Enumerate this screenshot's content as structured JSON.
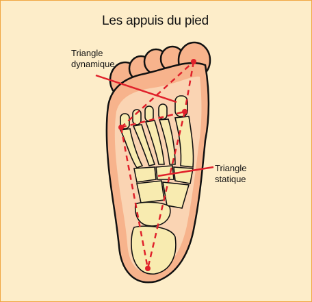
{
  "diagram": {
    "title": "Les appuis du pied",
    "labels": {
      "dynamic_line1": "Triangle",
      "dynamic_line2": "dynamique",
      "static_line1": "Triangle",
      "static_line2": "statique"
    },
    "colors": {
      "background": "#fdedc9",
      "border": "#f0a640",
      "skin": "#f7b38c",
      "sole": "#fad4b3",
      "bone": "#f8ebb0",
      "outline": "#111111",
      "triangle": "#e0202a"
    }
  }
}
